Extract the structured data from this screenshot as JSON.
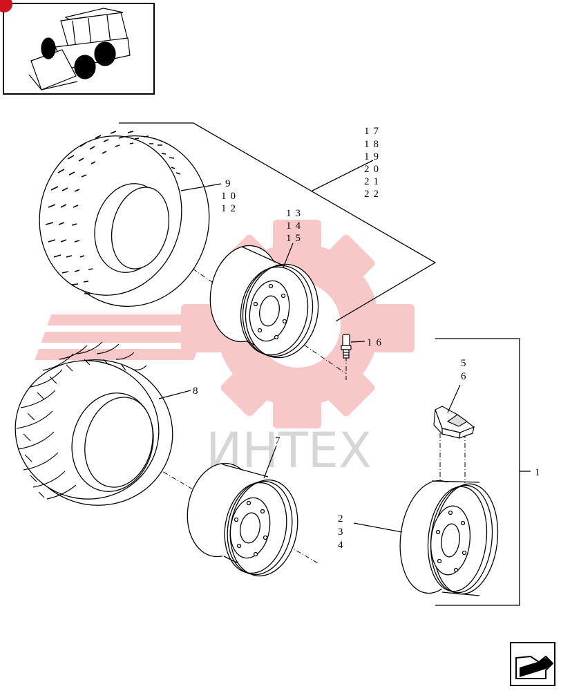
{
  "watermark": {
    "text": "ИНТЕХ",
    "color": "#e53a3a"
  },
  "colors": {
    "line": "#000000",
    "watermark": "#f4a8a8",
    "badge": "#d0141e"
  },
  "thumbnail": {
    "icon": "skid-steer-loader-icon"
  },
  "nav": {
    "icon": "next-page-arrow-icon"
  },
  "callouts": {
    "c17": "17",
    "c18": "18",
    "c19": "19",
    "c20": "20",
    "c21": "21",
    "c22": "22",
    "c9": "9",
    "c10": "10",
    "c12": "12",
    "c13": "13",
    "c14": "14",
    "c15": "15",
    "c16": "16",
    "c8": "8",
    "c5": "5",
    "c6": "6",
    "c1": "1",
    "c7": "7",
    "c2": "2",
    "c3": "3",
    "c4": "4"
  }
}
